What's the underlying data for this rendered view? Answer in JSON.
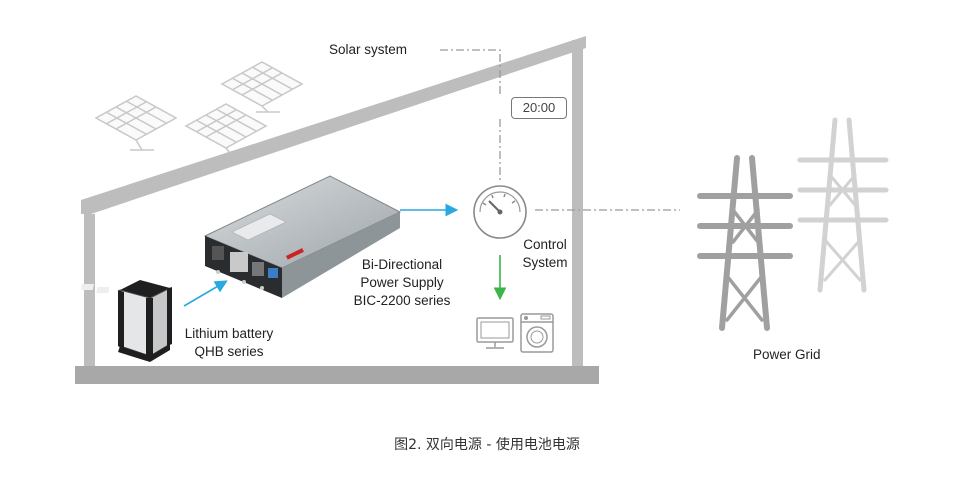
{
  "labels": {
    "solar_system": "Solar system",
    "timer": "20:00",
    "control_system": [
      "Control",
      "System"
    ],
    "power_supply": [
      "Bi-Directional",
      "Power Supply",
      "BIC-2200 series"
    ],
    "battery": [
      "Lithium battery",
      "QHB series"
    ],
    "power_grid": "Power Grid"
  },
  "caption": "图2. 双向电源 - 使用电池电源",
  "colors": {
    "house": "#bdbdbd",
    "house_floor": "#a8a8a8",
    "arrow_blue": "#29a9e0",
    "arrow_green": "#39b54a",
    "dashed_line": "#9a9a9a",
    "pylon_dark": "#a0a0a0",
    "pylon_light": "#d2d2d2"
  },
  "icons": [
    "solar-panel-icon",
    "gauge-icon",
    "tv-icon",
    "washing-machine-icon",
    "power-pylon-icon",
    "battery-icon",
    "power-supply-unit-icon"
  ]
}
